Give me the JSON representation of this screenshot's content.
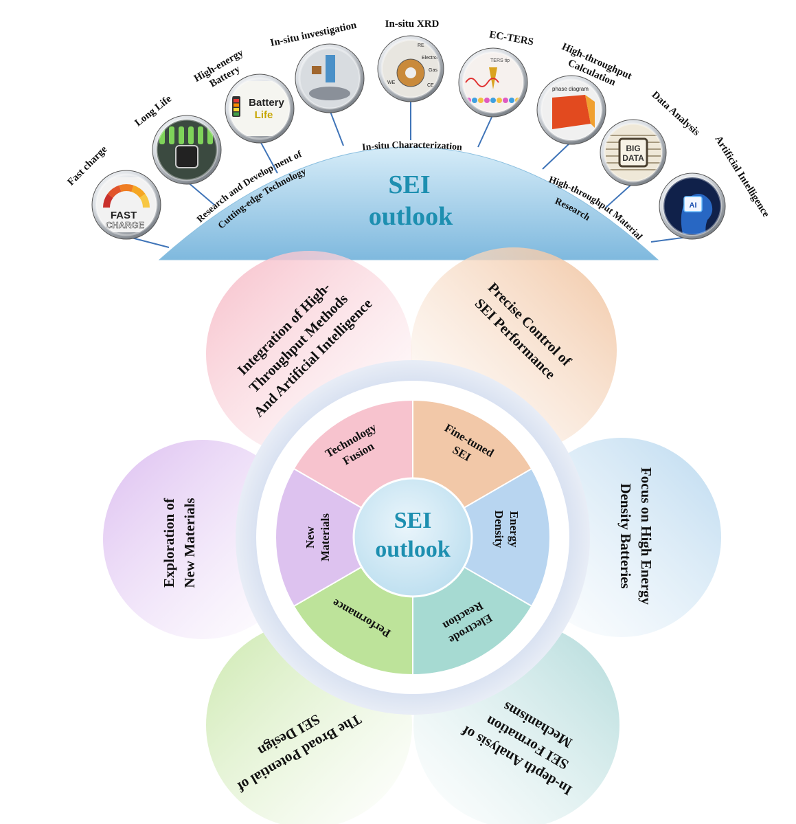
{
  "top_arc": {
    "title_line1": "SEI",
    "title_line2": "outlook",
    "left_band": [
      "Research and Development of",
      "Cutting-edge Technology"
    ],
    "center_band": "In-situ Characterization",
    "right_band": [
      "High-throughput Material",
      "Research"
    ]
  },
  "top_items": [
    {
      "label": [
        "Fast charge"
      ],
      "icon": "fast-charge-icon",
      "icon_text": [
        "FAST",
        "CHARGE"
      ]
    },
    {
      "label": [
        "Long Life"
      ],
      "icon": "long-life-icon"
    },
    {
      "label": [
        "High-energy",
        "Battery"
      ],
      "icon": "battery-life-icon",
      "icon_text": [
        "Battery",
        "Life"
      ]
    },
    {
      "label": [
        "In-situ investigation"
      ],
      "icon": "in-situ-cell-icon"
    },
    {
      "label": [
        "In-situ XRD"
      ],
      "icon": "xrd-cell-icon",
      "icon_text": [
        "RE",
        "Electrolyte",
        "Gas",
        "WE",
        "CE"
      ]
    },
    {
      "label": [
        "EC-TERS"
      ],
      "icon": "ec-ters-icon",
      "icon_text": [
        "TERS tip"
      ]
    },
    {
      "label": [
        "High-throughput",
        "Calculation"
      ],
      "icon": "phase-diagram-icon",
      "icon_text": [
        "phase diagram"
      ]
    },
    {
      "label": [
        "Data Analysis"
      ],
      "icon": "big-data-icon",
      "icon_text": [
        "BIG",
        "DATA"
      ]
    },
    {
      "label": [
        "Artificial Intelligence"
      ],
      "icon": "ai-head-icon",
      "icon_text": [
        "AI"
      ]
    }
  ],
  "petals": [
    {
      "text": [
        "Integration of High-",
        "Throughput Methods",
        "And Artificial Intelligence"
      ],
      "color": "#f6b8c4"
    },
    {
      "text": [
        "Precise Control of",
        "SEI Performance"
      ],
      "color": "#f0c09a"
    },
    {
      "text": [
        "Focus on High Energy",
        "Density Batteries"
      ],
      "color": "#b5d6ee"
    },
    {
      "text": [
        "In-depth Analysis of",
        "SEI Formation",
        "Mechanisms"
      ],
      "color": "#a9d6d6"
    },
    {
      "text": [
        "The Broad Potential of",
        "SEI Design"
      ],
      "color": "#c7e6a6"
    },
    {
      "text": [
        "Exploration of",
        "New Materials"
      ],
      "color": "#d9b8ef"
    }
  ],
  "segments": [
    {
      "text": [
        "Technology",
        "Fusion"
      ],
      "color": "#f7c3ce"
    },
    {
      "text": [
        "Fine-tuned",
        "SEI"
      ],
      "color": "#f2c8a8"
    },
    {
      "text": [
        "Energy",
        "Density"
      ],
      "color": "#b8d5f0"
    },
    {
      "text": [
        "Electrode",
        "Reaction"
      ],
      "color": "#a6dad2"
    },
    {
      "text": [
        "Performance"
      ],
      "color": "#bde39a"
    },
    {
      "text": [
        "New",
        "Materials"
      ],
      "color": "#ddc2ef"
    }
  ],
  "center": {
    "line1": "SEI",
    "line2": "outlook"
  }
}
